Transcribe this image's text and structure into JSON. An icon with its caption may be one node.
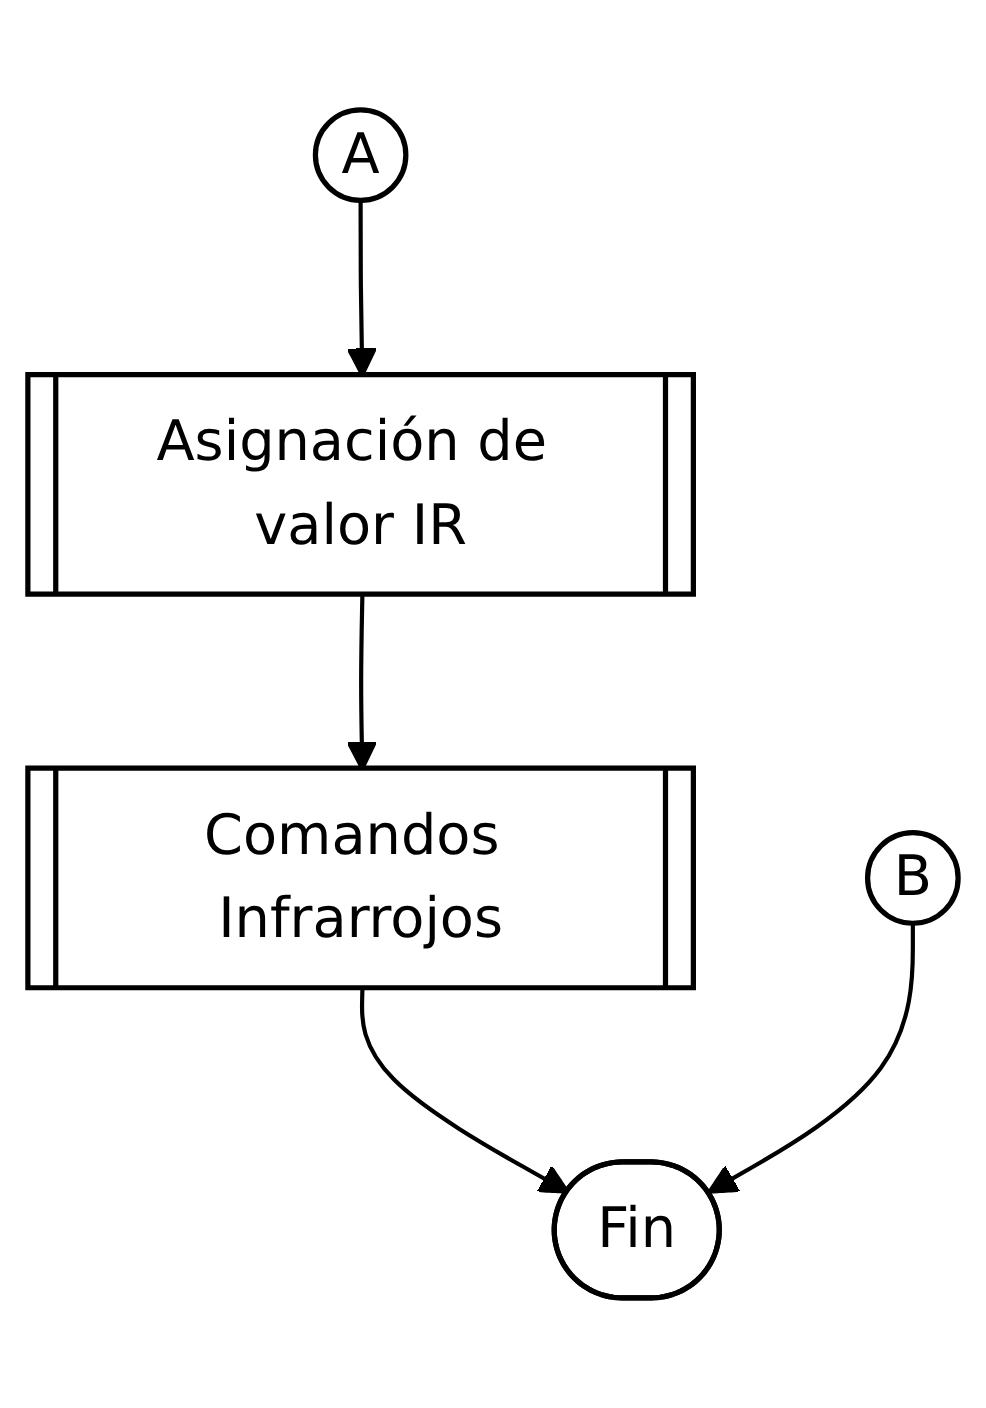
{
  "diagram": {
    "nodes": [
      {
        "text": [
          "A"
        ]
      },
      {
        "text": [
          "Asignación de valor IR"
        ]
      },
      {
        "text": [
          "Comandos Infrarrojos"
        ]
      },
      {
        "text": [
          "B"
        ]
      },
      {
        "text": [
          "Fin"
        ]
      }
    ],
    "edges": [
      {
        "from": 0,
        "to": 1,
        "arrow": "to"
      },
      {
        "from": 1,
        "to": 2,
        "arrow": "to"
      },
      {
        "from": 2,
        "to": 4,
        "arrow": "to"
      },
      {
        "from": 3,
        "to": 4,
        "arrow": "to"
      }
    ]
  }
}
